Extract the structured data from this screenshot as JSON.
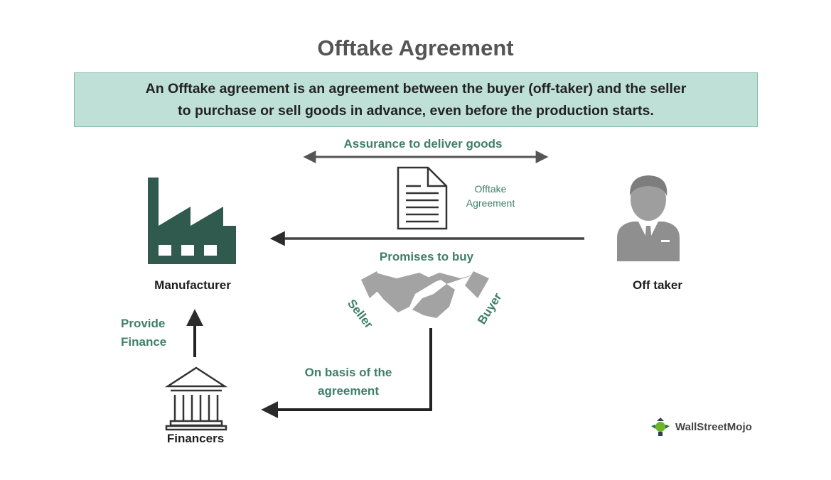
{
  "title": "Offtake Agreement",
  "definition": {
    "line1": "An Offtake agreement is an agreement between the buyer (off-taker) and the seller",
    "line2": "to purchase or sell goods in advance, even before the production starts."
  },
  "labels": {
    "assurance": "Assurance to deliver goods",
    "offtake_line1": "Offtake",
    "offtake_line2": "Agreement",
    "promises": "Promises to buy",
    "manufacturer": "Manufacturer",
    "off_taker": "Off taker",
    "provide_line1": "Provide",
    "provide_line2": "Finance",
    "basis_line1": "On basis of the",
    "basis_line2": "agreement",
    "financers": "Financers",
    "seller": "Seller",
    "buyer": "Buyer"
  },
  "logo": {
    "text": "WallStreetMojo",
    "logo_mark": "wallstreetmojo-logo"
  },
  "colors": {
    "accent_green": "#3f7f6a",
    "factory": "#2f5a4d",
    "box_fill": "#bfe0d6",
    "icon_gray": "#9e9e9e",
    "arrow": "#2b2b2b"
  },
  "icons": [
    "factory-icon",
    "document-icon",
    "businessman-icon",
    "handshake-icon",
    "bank-icon"
  ]
}
